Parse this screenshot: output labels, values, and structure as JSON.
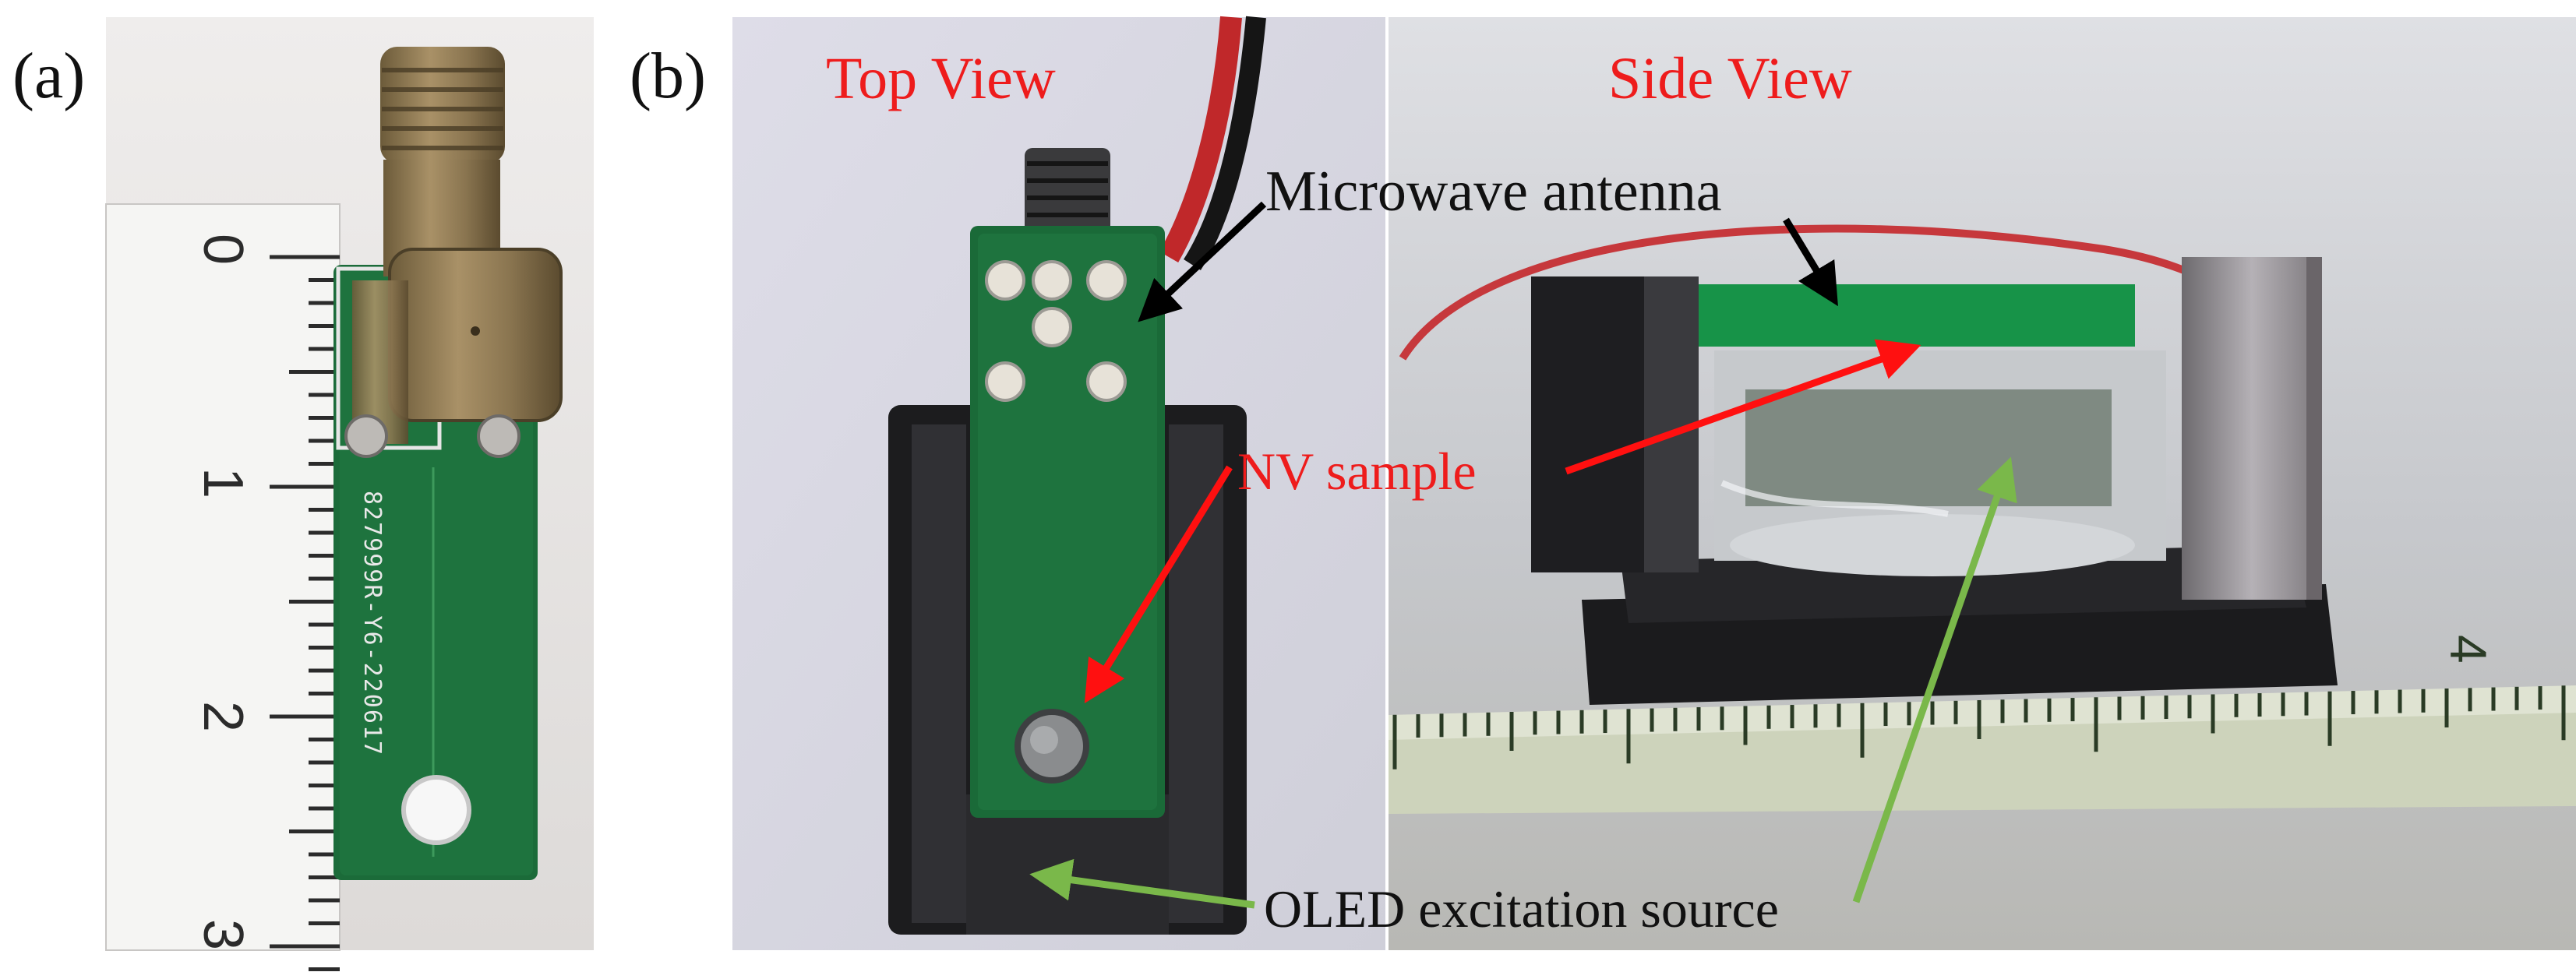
{
  "panels": {
    "a": {
      "label": "(a)"
    },
    "b": {
      "label": "(b)"
    }
  },
  "view_titles": {
    "top": "Top View",
    "side": "Side View"
  },
  "annotations": {
    "microwave_antenna": "Microwave antenna",
    "nv_sample": "NV sample",
    "oled_source": "OLED excitation source"
  },
  "ruler_labels_a": [
    "0",
    "1",
    "2",
    "3"
  ],
  "ruler_label_side": "4",
  "pcb_marking": "827999R-Y6-220617",
  "colors": {
    "title_red": "#ee1c1c",
    "arrow_red": "#ff1010",
    "arrow_green": "#7ab84a",
    "arrow_black": "#000000",
    "pcb_green": "#1a6a38"
  }
}
